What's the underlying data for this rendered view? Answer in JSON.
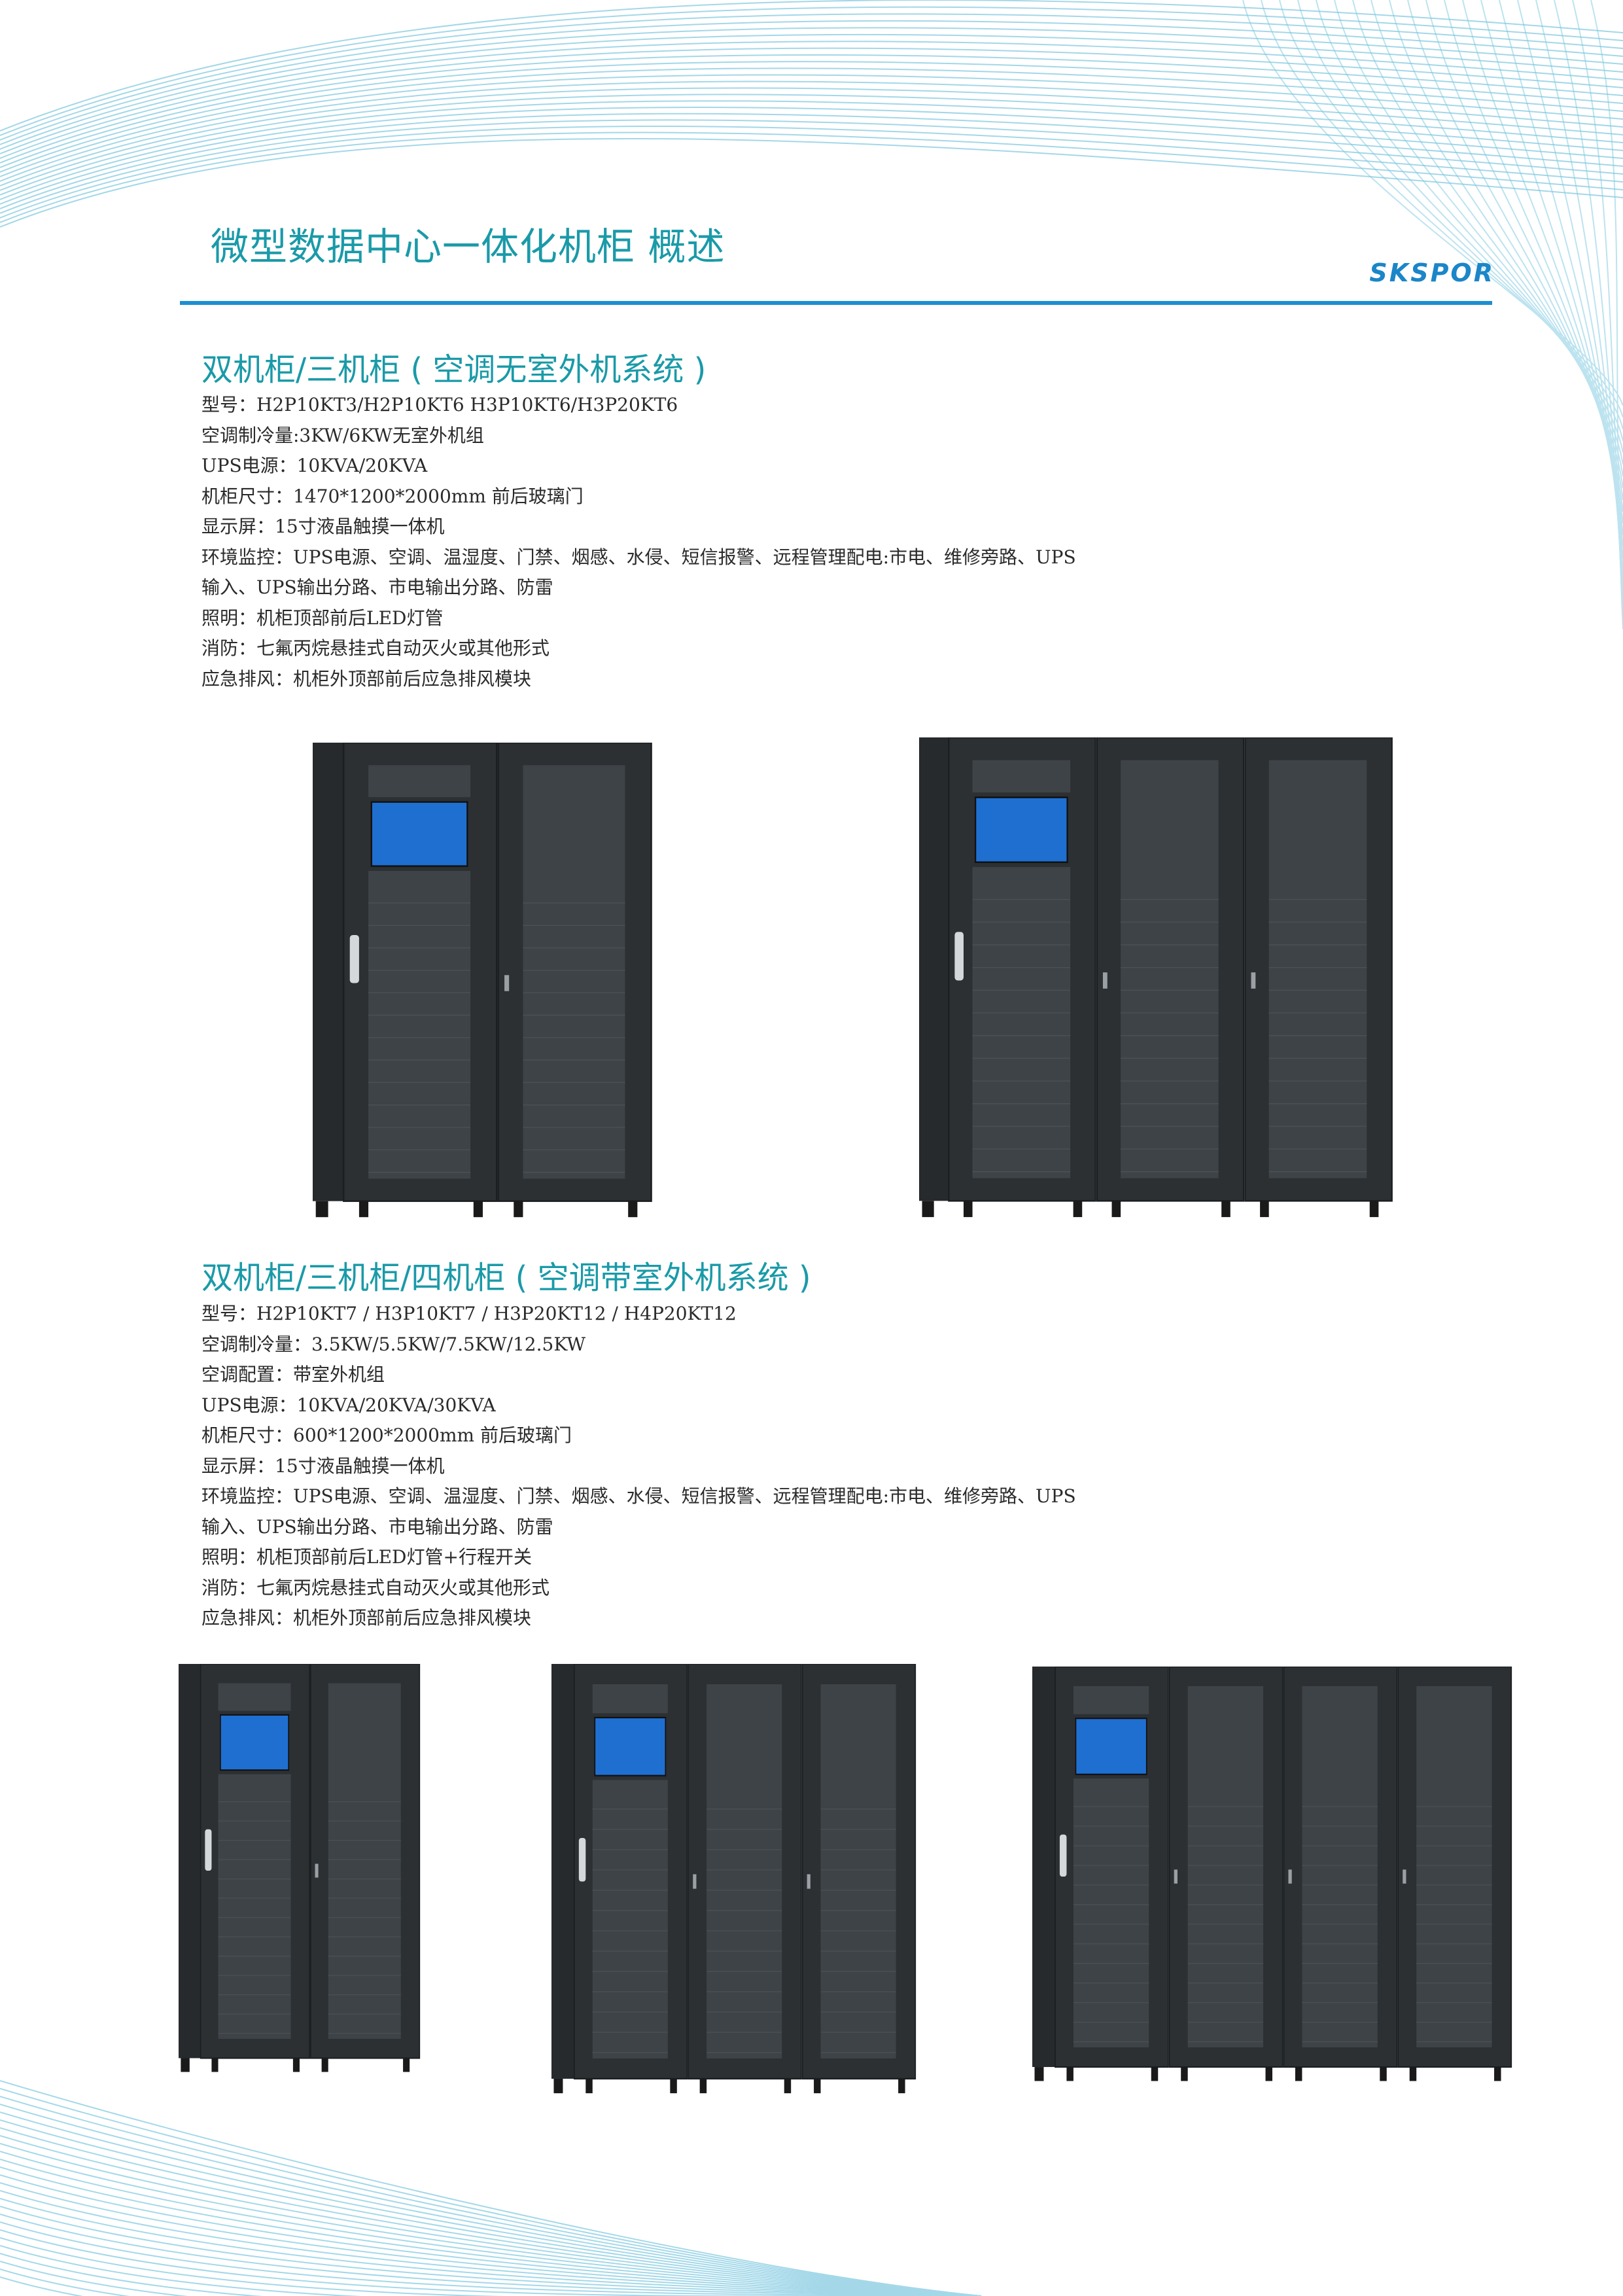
{
  "header": {
    "title": "微型数据中心一体化机柜  概述",
    "brand": "SKSPOR"
  },
  "sections": [
    {
      "heading": "双机柜/三机柜 ( 空调无室外机系统 )",
      "specs": [
        "型号：H2P10KT3/H2P10KT6    H3P10KT6/H3P20KT6",
        "空调制冷量:3KW/6KW无室外机组",
        "UPS电源：10KVA/20KVA",
        "机柜尺寸：1470*1200*2000mm 前后玻璃门",
        "显示屏：15寸液晶触摸一体机",
        "环境监控：UPS电源、空调、温湿度、门禁、烟感、水侵、短信报警、远程管理配电:市电、维修旁路、UPS",
        "输入、UPS输出分路、市电输出分路、防雷",
        "照明：机柜顶部前后LED灯管",
        "消防：七氟丙烷悬挂式自动灭火或其他形式",
        "应急排风：机柜外顶部前后应急排风模块"
      ]
    },
    {
      "heading": "双机柜/三机柜/四机柜 ( 空调带室外机系统 )",
      "specs": [
        "型号：H2P10KT7 / H3P10KT7 / H3P20KT12 / H4P20KT12",
        "空调制冷量：3.5KW/5.5KW/7.5KW/12.5KW",
        "空调配置：带室外机组",
        "UPS电源：10KVA/20KVA/30KVA",
        "机柜尺寸：600*1200*2000mm 前后玻璃门",
        "显示屏：15寸液晶触摸一体机",
        "环境监控：UPS电源、空调、温湿度、门禁、烟感、水侵、短信报警、远程管理配电:市电、维修旁路、UPS",
        "输入、UPS输出分路、市电输出分路、防雷",
        "照明：机柜顶部前后LED灯管+行程开关",
        "消防：七氟丙烷悬挂式自动灭火或其他形式",
        "应急排风：机柜外顶部前后应急排风模块"
      ]
    }
  ],
  "colors": {
    "accent": "#1a9aa8",
    "rule": "#1d8fd2",
    "brand": "#1b86c8",
    "cabinet": "#2c3033",
    "glass": "#3e4347",
    "screen": "#1f6fd0"
  }
}
